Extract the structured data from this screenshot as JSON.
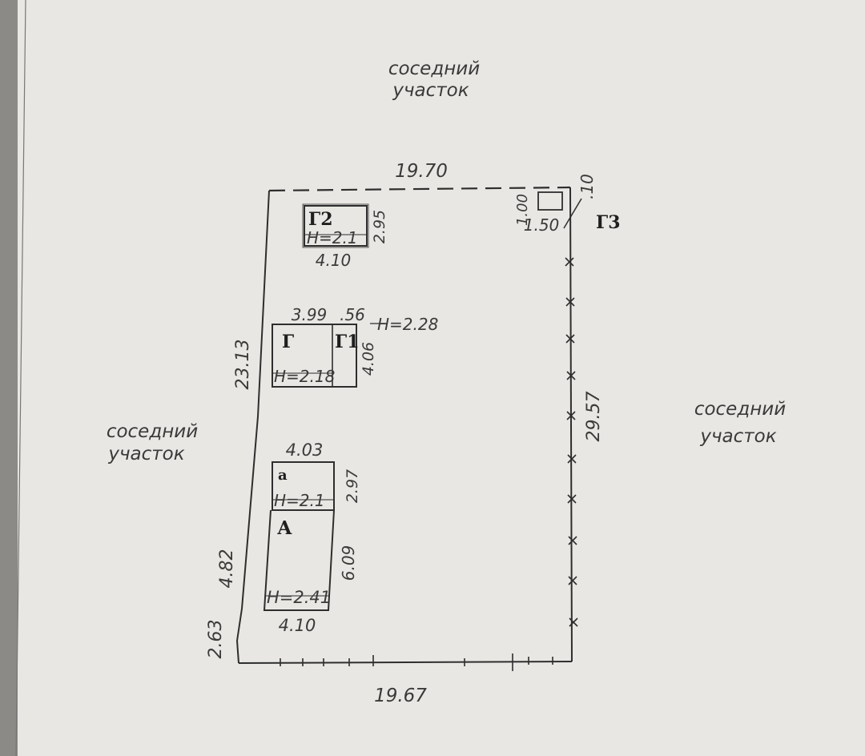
{
  "neighbors": {
    "top": [
      "соседний",
      "участок"
    ],
    "left": [
      "соседний",
      "участок"
    ],
    "right": [
      "соседний",
      "участок"
    ]
  },
  "boundary": {
    "top": "19.70",
    "bottom": "19.67",
    "left_upper": "23.13",
    "left_lower_a": "4.82",
    "left_lower_b": "2.63",
    "right": "29.57",
    "corner_small": ".10"
  },
  "buildings": {
    "g2": {
      "name": "Г2",
      "height": "H=2.1",
      "width": "4.10",
      "depth": "2.95"
    },
    "g3": {
      "name": "Г3",
      "width": "1.50",
      "depth": "1.00"
    },
    "g": {
      "name": "Г",
      "height": "H=2.18",
      "width": "3.99",
      "depth": "4.06"
    },
    "g1": {
      "name": "Г1",
      "width": ".56",
      "height": "H=2.28"
    },
    "a_small": {
      "name": "а",
      "height": "H=2.1",
      "width": "4.03",
      "depth": "2.97"
    },
    "a_main": {
      "name": "А",
      "height": "H=2.41",
      "width": "4.10",
      "depth": "6.09"
    }
  }
}
